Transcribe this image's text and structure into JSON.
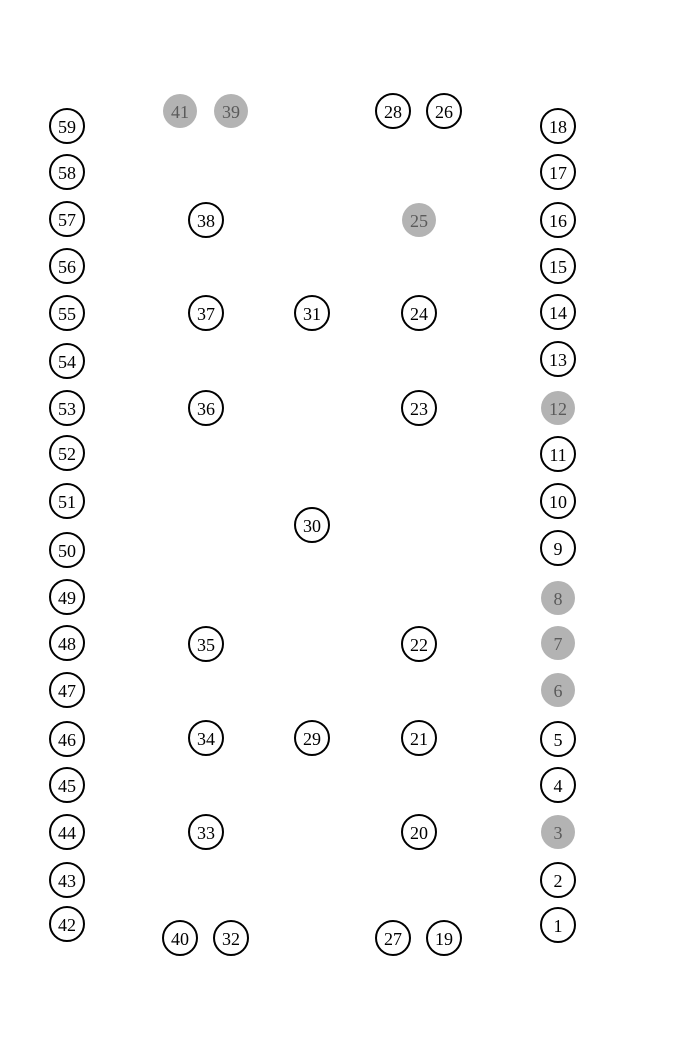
{
  "colors": {
    "outline": "#000000",
    "background": "#ffffff",
    "pin_inactive_fill": "#ffffff",
    "pin_active_fill": "#b3b3b3",
    "pin_active_text": "#5a5a5a"
  },
  "pins": [
    {
      "label": "1",
      "active": false
    },
    {
      "label": "2",
      "active": false
    },
    {
      "label": "3",
      "active": true
    },
    {
      "label": "4",
      "active": false
    },
    {
      "label": "5",
      "active": false
    },
    {
      "label": "6",
      "active": true
    },
    {
      "label": "7",
      "active": true
    },
    {
      "label": "8",
      "active": true
    },
    {
      "label": "9",
      "active": false
    },
    {
      "label": "10",
      "active": false
    },
    {
      "label": "11",
      "active": false
    },
    {
      "label": "12",
      "active": true
    },
    {
      "label": "13",
      "active": false
    },
    {
      "label": "14",
      "active": false
    },
    {
      "label": "15",
      "active": false
    },
    {
      "label": "16",
      "active": false
    },
    {
      "label": "17",
      "active": false
    },
    {
      "label": "18",
      "active": false
    },
    {
      "label": "19",
      "active": false
    },
    {
      "label": "20",
      "active": false
    },
    {
      "label": "21",
      "active": false
    },
    {
      "label": "22",
      "active": false
    },
    {
      "label": "23",
      "active": false
    },
    {
      "label": "24",
      "active": false
    },
    {
      "label": "25",
      "active": true
    },
    {
      "label": "26",
      "active": false
    },
    {
      "label": "27",
      "active": false
    },
    {
      "label": "28",
      "active": false
    },
    {
      "label": "29",
      "active": false
    },
    {
      "label": "30",
      "active": false
    },
    {
      "label": "31",
      "active": false
    },
    {
      "label": "32",
      "active": false
    },
    {
      "label": "33",
      "active": false
    },
    {
      "label": "34",
      "active": false
    },
    {
      "label": "35",
      "active": false
    },
    {
      "label": "36",
      "active": false
    },
    {
      "label": "37",
      "active": false
    },
    {
      "label": "38",
      "active": false
    },
    {
      "label": "39",
      "active": true
    },
    {
      "label": "40",
      "active": false
    },
    {
      "label": "41",
      "active": true
    },
    {
      "label": "42",
      "active": false
    },
    {
      "label": "43",
      "active": false
    },
    {
      "label": "44",
      "active": false
    },
    {
      "label": "45",
      "active": false
    },
    {
      "label": "46",
      "active": false
    },
    {
      "label": "47",
      "active": false
    },
    {
      "label": "48",
      "active": false
    },
    {
      "label": "49",
      "active": false
    },
    {
      "label": "50",
      "active": false
    },
    {
      "label": "51",
      "active": false
    },
    {
      "label": "52",
      "active": false
    },
    {
      "label": "53",
      "active": false
    },
    {
      "label": "54",
      "active": false
    },
    {
      "label": "55",
      "active": false
    },
    {
      "label": "56",
      "active": false
    },
    {
      "label": "57",
      "active": false
    },
    {
      "label": "58",
      "active": false
    },
    {
      "label": "59",
      "active": false
    }
  ]
}
